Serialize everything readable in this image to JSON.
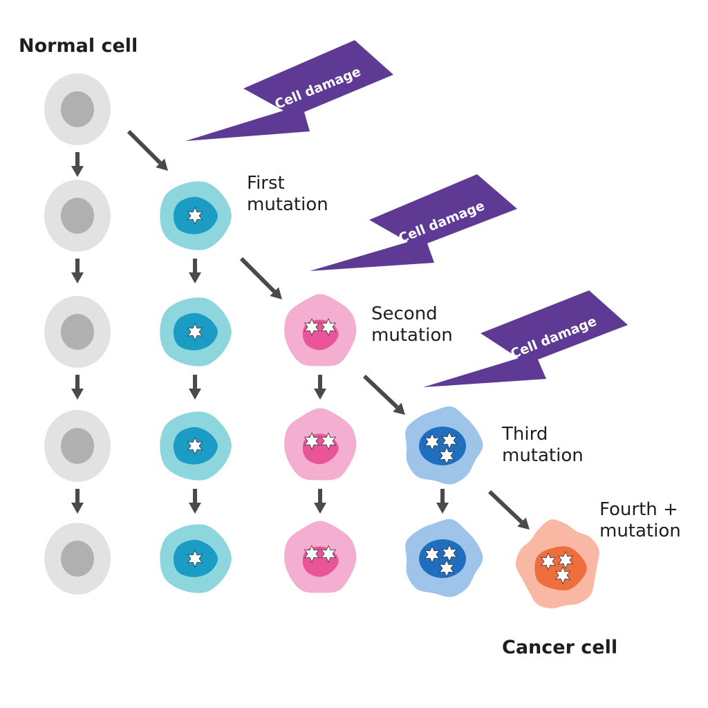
{
  "title": "Normal cell",
  "footer": "Cancer cell",
  "damage_label": "Cell damage",
  "stages": [
    {
      "name": "normal",
      "label": [],
      "stars": 0,
      "colors": {
        "outer": "#e2e2e2",
        "inner": "#b0b0b0"
      }
    },
    {
      "name": "first",
      "label": [
        "First",
        "mutation"
      ],
      "stars": 1,
      "colors": {
        "outer": "#8dd6de",
        "inner": "#1a9cc4"
      }
    },
    {
      "name": "second",
      "label": [
        "Second",
        "mutation"
      ],
      "stars": 2,
      "colors": {
        "outer": "#f4aed0",
        "inner": "#ea5599"
      }
    },
    {
      "name": "third",
      "label": [
        "Third",
        "mutation"
      ],
      "stars": 3,
      "colors": {
        "outer": "#9ec4ea",
        "inner": "#1f6fc0"
      }
    },
    {
      "name": "fourth",
      "label": [
        "Fourth +",
        "mutation"
      ],
      "stars": 3,
      "colors": {
        "outer": "#f8b8a4",
        "inner": "#ef6e3e"
      }
    }
  ],
  "colors": {
    "arrow": "#4a4a4a",
    "bolt": "#5e3a94",
    "star": "#ffffff"
  }
}
